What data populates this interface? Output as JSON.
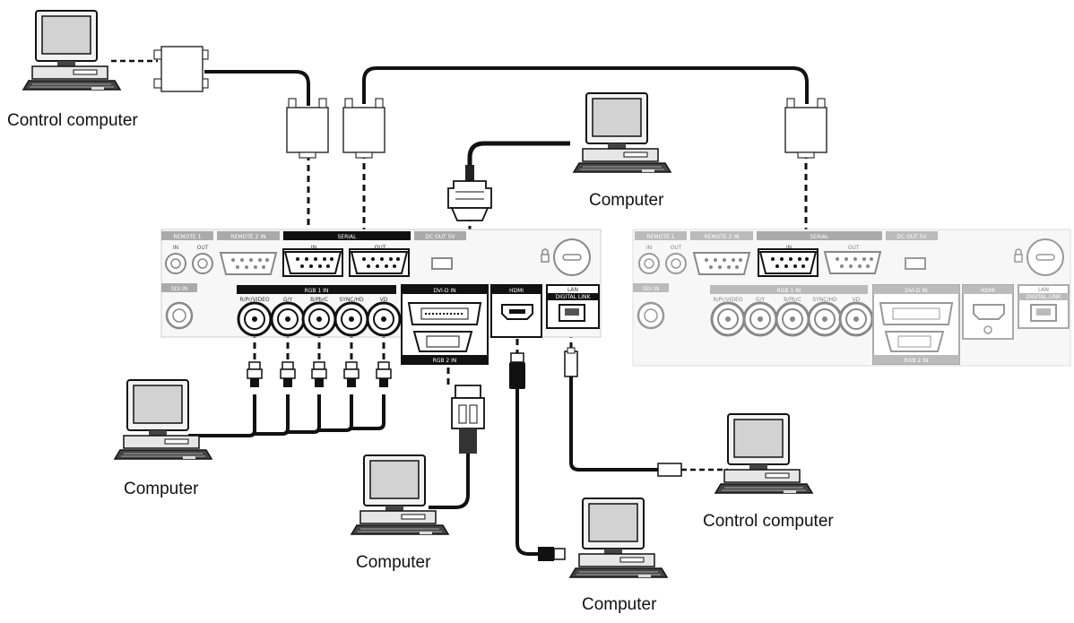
{
  "labels": {
    "control_computer_top_left": "Control computer",
    "computer_top_center": "Computer",
    "computer_left": "Computer",
    "computer_bottom_center_left": "Computer",
    "computer_bottom_center": "Computer",
    "control_computer_right": "Control computer"
  },
  "panel_main": {
    "remote1": "REMOTE 1",
    "remote1_in": "IN",
    "remote1_out": "OUT",
    "remote2": "REMOTE 2 IN",
    "serial": "SERIAL",
    "serial_in": "IN",
    "serial_out": "OUT",
    "dc_out": "DC OUT 5V",
    "sdi_in": "SDI IN",
    "rgb1": "RGB 1 IN",
    "bnc_labels": [
      "R/Pr/VIDEO",
      "G/Y",
      "B/Pb/C",
      "SYNC/HD",
      "VD"
    ],
    "dvi": "DVI-D IN",
    "hdmi": "HDMI",
    "lan": "LAN",
    "digital_link": "DIGITAL LINK",
    "rgb2": "RGB 2 IN"
  },
  "panel_side": {
    "remote1": "REMOTE 1",
    "remote1_in": "IN",
    "remote1_out": "OUT",
    "remote2": "REMOTE 2 IN",
    "serial": "SERIAL",
    "serial_in": "IN",
    "serial_out": "OUT",
    "dc_out": "DC OUT 5V",
    "sdi_in": "SDI IN",
    "rgb1": "RGB 1 IN",
    "bnc_labels": [
      "R/Pr/VIDEO",
      "G/Y",
      "B/Pb/C",
      "SYNC/HD",
      "VD"
    ],
    "dvi": "DVI-D IN",
    "hdmi": "HDMI",
    "lan": "LAN",
    "digital_link": "DIGITAL LINK",
    "rgb2": "RGB 2 IN"
  },
  "icons": [
    "computer-icon",
    "serial-adapter-icon",
    "dvi-plug-icon",
    "vga-plug-icon",
    "hdmi-plug-icon",
    "usb-plug-icon",
    "lan-plug-icon",
    "bnc-plug-icon",
    "lock-icon"
  ]
}
